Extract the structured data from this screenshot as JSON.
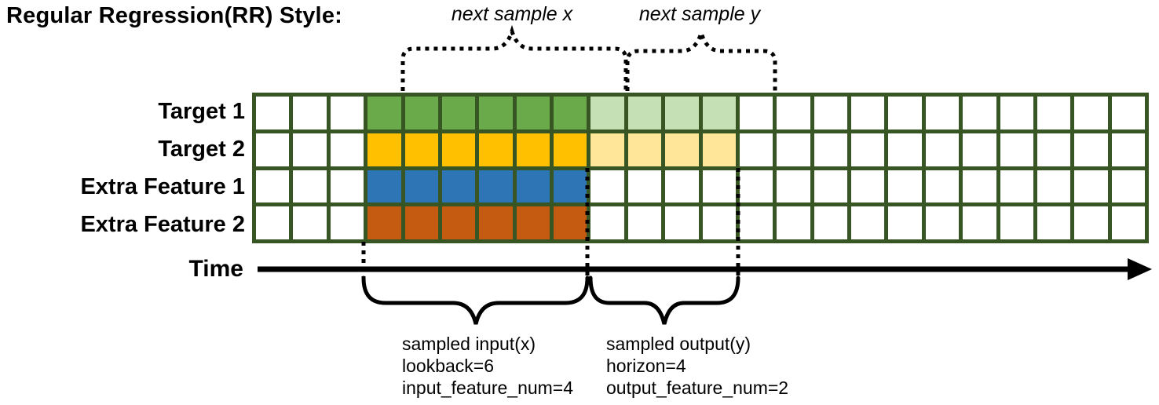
{
  "title": "Regular Regression(RR) Style:",
  "top_annotations": {
    "next_sample_x": "next sample x",
    "next_sample_y": "next sample y"
  },
  "time_axis": {
    "label": "Time"
  },
  "grid": {
    "columns": 24,
    "input_start_col": 3,
    "lookback": 6,
    "horizon": 4,
    "border_color": "#375623",
    "rows": [
      {
        "label": "Target 1",
        "input_color": "#6AAA4B",
        "output_color": "#C5E0B4"
      },
      {
        "label": "Target 2",
        "input_color": "#FFC000",
        "output_color": "#FFE699"
      },
      {
        "label": "Extra Feature 1",
        "input_color": "#2E75B6",
        "output_color": null
      },
      {
        "label": "Extra Feature 2",
        "input_color": "#C55A11",
        "output_color": null
      }
    ]
  },
  "bottom_annotations": {
    "input": {
      "lines": [
        "sampled input(x)",
        "lookback=6",
        "input_feature_num=4"
      ]
    },
    "output": {
      "lines": [
        "sampled output(y)",
        "horizon=4",
        "output_feature_num=2"
      ]
    }
  }
}
